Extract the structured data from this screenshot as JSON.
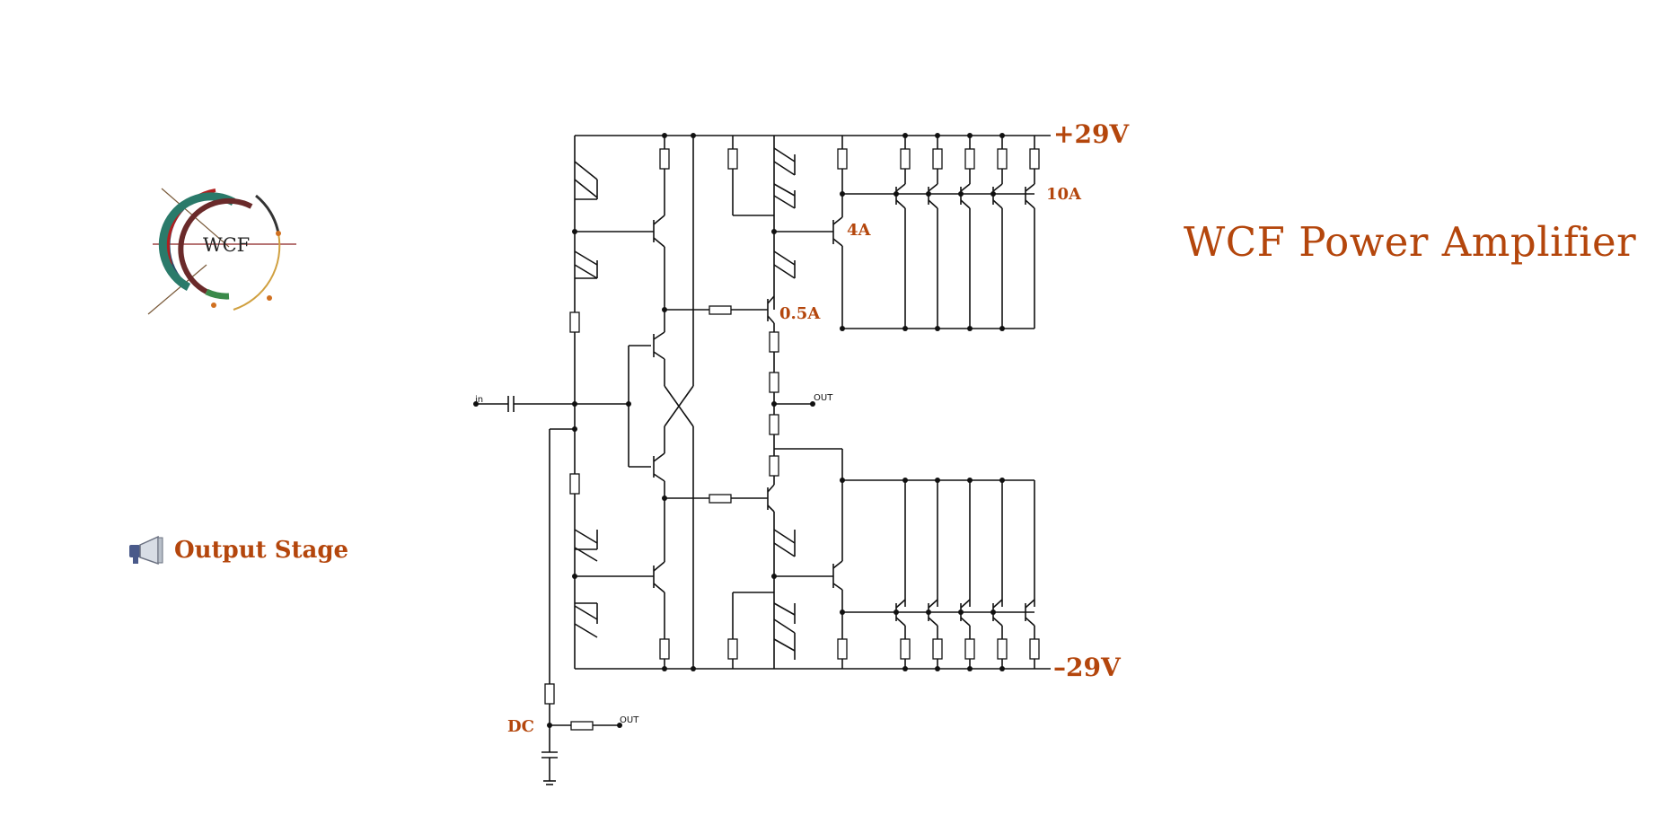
{
  "page": {
    "title": "WCF Power Amplifier",
    "logo_text": "WCF",
    "nav_output_label": "Output Stage",
    "megaphone_icon": "megaphone-icon"
  },
  "schematic": {
    "supply_pos": "+29V",
    "supply_neg": "–29V",
    "current_labels": {
      "driver1": "0.5A",
      "driver2": "4A",
      "output": "10A"
    },
    "dc_label": "DC",
    "in_label": "in",
    "out_label": "OUT",
    "out_label_dc": "OUT"
  },
  "colors": {
    "accent": "#b4460c",
    "wire": "#111111",
    "background": "#ffffff"
  }
}
